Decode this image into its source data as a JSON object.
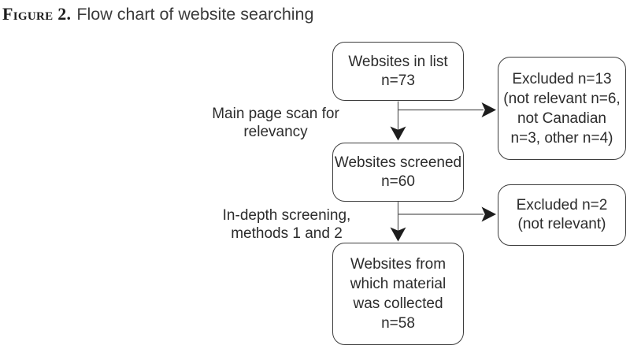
{
  "figure": {
    "label": "Figure 2.",
    "caption": "Flow chart of website searching"
  },
  "colors": {
    "box_border": "#3d3d3d",
    "connector_line": "#5a5a5a",
    "arrowhead": "#1d1d1d",
    "text": "#2c2c2c",
    "background": "#ffffff"
  },
  "flowchart": {
    "nodes": [
      {
        "id": "websites-in-list",
        "text": "Websites in list\nn=73"
      },
      {
        "id": "websites-screened",
        "text": "Websites screened\nn=60"
      },
      {
        "id": "websites-collected",
        "text": "Websites from\nwhich material\nwas collected\nn=58"
      },
      {
        "id": "excluded-13",
        "text": "Excluded n=13\n(not relevant n=6,\nnot Canadian\nn=3, other n=4)"
      },
      {
        "id": "excluded-2",
        "text": "Excluded n=2\n(not relevant)"
      }
    ],
    "edge_labels": [
      {
        "id": "main-page-scan",
        "text": "Main page scan for\nrelevancy"
      },
      {
        "id": "in-depth-screening",
        "text": "In-depth screening,\nmethods 1 and 2"
      }
    ],
    "edges": [
      {
        "from": "websites-in-list",
        "to": "websites-screened",
        "label": "Main page scan for relevancy"
      },
      {
        "from": "websites-in-list",
        "to": "excluded-13",
        "label": ""
      },
      {
        "from": "websites-screened",
        "to": "websites-collected",
        "label": "In-depth screening, methods 1 and 2"
      },
      {
        "from": "websites-screened",
        "to": "excluded-2",
        "label": ""
      }
    ]
  }
}
